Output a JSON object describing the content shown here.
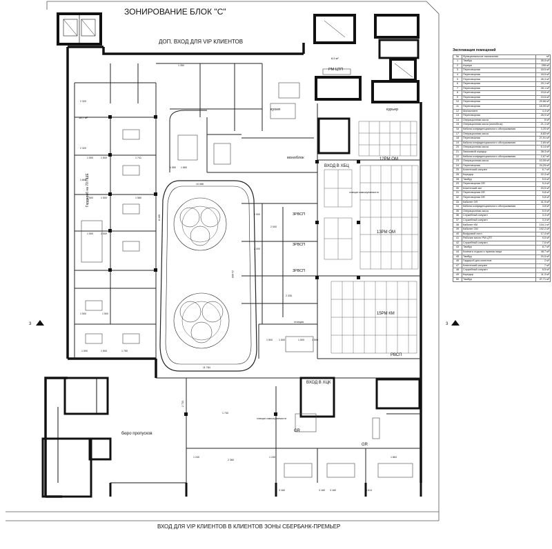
{
  "title": "ЗОНИРОВАНИЕ БЛОК \"С\"",
  "caption_bottom": "ВХОД ДЛЯ VIP КЛИЕНТОВ В КЛИЕНТОВ ЗОНЫ СБЕРБАНК-ПРЕМЬЕР",
  "caption_top": "ДОП. ВХОД ДЛЯ VIP КЛИЕНТОВ",
  "section_marks": [
    "3",
    "3"
  ],
  "room_labels": {
    "rm_ctp": "РМ ЦТП",
    "kitchen": "кухня",
    "courier": "курьер",
    "monoblock": "моноблок",
    "entry_hbts": "ВХОД В ХБЦ",
    "rm12": "12РМ ОМ",
    "rm13": "13РМ ОМ",
    "rm15": "15РМ КМ",
    "rvsp": "РВСП",
    "entry_hck": "ВХОД В ХЦК",
    "gr1": "GR",
    "gr2": "GR",
    "bureau": "бюро пропусков",
    "wardrobe": "Гардероб на 70 ПШЕ",
    "rvsp3a": "3РВСП",
    "rvsp3b": "3РВСП",
    "rvsp3c": "3РВСП",
    "station1": "станция самоокупаемости",
    "station2": "станция",
    "station3": "станция самоокупаемости",
    "area43": "8,5 м²",
    "area_top": "18,7 м²"
  },
  "legend": {
    "title": "Экспликация помещений",
    "headers": [
      "№",
      "Функциональное назначение",
      "м²"
    ],
    "rows": [
      [
        "1",
        "Тамбур",
        "35,5 м²"
      ],
      [
        "2",
        "Атриум",
        "255 м²"
      ],
      [
        "3",
        "Переговорная",
        "18,5 м²"
      ],
      [
        "4",
        "Переговорная",
        "18,5 м²"
      ],
      [
        "5",
        "Переговорная",
        "35,3 м²"
      ],
      [
        "6",
        "Переговорная",
        "20,1 м²"
      ],
      [
        "7",
        "Переговорная",
        "28,1 м²"
      ],
      [
        "8",
        "Переговорная",
        "19,6 м²"
      ],
      [
        "9",
        "Переговорная",
        "19,6 м²"
      ],
      [
        "10",
        "Переговорная",
        "29,66 м²"
      ],
      [
        "11",
        "Переговорная",
        "18,09 м²"
      ],
      [
        "12",
        "Моноклиент",
        "4,4 м²"
      ],
      [
        "13",
        "Переговорная",
        "26,9 м²"
      ],
      [
        "14",
        "Операционная касса",
        "8 м²"
      ],
      [
        "15",
        "Операционная касса (моноблок)",
        "21,1 м²"
      ],
      [
        "16",
        "Кабина конфиденциального обслуживания",
        "3,25 м²"
      ],
      [
        "17",
        "Операционная касса",
        "8,83 м²"
      ],
      [
        "18",
        "Переговорная",
        "27,91 м²"
      ],
      [
        "19",
        "Кабина конфиденциального обслуживания",
        "2,69 м²"
      ],
      [
        "20",
        "Операционная касса",
        "6,14 м²"
      ],
      [
        "21",
        "Заказовый коридор",
        "38,3 м²"
      ],
      [
        "22",
        "Кабина конфиденциального обслуживания",
        "2,67 м²"
      ],
      [
        "23",
        "Операционная касса",
        "10,09 м²"
      ],
      [
        "24",
        "Переговорная",
        "24,25 м²"
      ],
      [
        "25",
        "Клиентский санузел",
        "6,7 м²"
      ],
      [
        "26",
        "Коридор",
        "22,3 м²"
      ],
      [
        "28",
        "Тамбур",
        "5,5 м²"
      ],
      [
        "29",
        "Переговорная GR",
        "9,4 м²"
      ],
      [
        "30",
        "Клиентский зал",
        "20,5 м²"
      ],
      [
        "31",
        "Переговорная GR",
        "9,8 м²"
      ],
      [
        "32",
        "Переговорная GR",
        "9,8 м²"
      ],
      [
        "33",
        "Кабинет GR",
        "41,9 м²"
      ],
      [
        "34",
        "Кабина конфиденциального обслуживания",
        "3,8 м²"
      ],
      [
        "35",
        "Операционная касса",
        "5,9 м²"
      ],
      [
        "36",
        "Служебный санузел",
        "3,3 м²"
      ],
      [
        "37",
        "Служебный санузел",
        "3,3 м²"
      ],
      [
        "38",
        "Кабинет КМ",
        "134,1 м²"
      ],
      [
        "39",
        "Кабинет ОМ",
        "192,2 м²"
      ],
      [
        "40",
        "Вифровой холл",
        "17,4 м²"
      ],
      [
        "41",
        "Рабочее место РМ ЦТП",
        "9,5 м²"
      ],
      [
        "42",
        "Служебный санузел",
        "7,6 м²"
      ],
      [
        "43",
        "Тамбур",
        "8,7 м²"
      ],
      [
        "44",
        "Комната отдыха и приема пищи",
        "48,7 м²"
      ],
      [
        "45",
        "Тамбур",
        "20,5 м²"
      ],
      [
        "46",
        "Гардероб для клиентов",
        "2 м²"
      ],
      [
        "47",
        "Клиентский санузел",
        "7 м²"
      ],
      [
        "48",
        "Служебный санузел",
        "5,5 м²"
      ],
      [
        "49",
        "Коридор",
        "11,3 м²"
      ],
      [
        "50",
        "Тамбур",
        "37,71 м²"
      ]
    ]
  },
  "dimension_labels": [
    "1 350",
    "2 320",
    "2 320",
    "1 500",
    "1 500",
    "1 741",
    "1 660",
    "1 500",
    "1 500",
    "1 580",
    "1 500",
    "1 500",
    "1 500",
    "1 500",
    "1 500",
    "1 500",
    "1 750",
    "11 784",
    "10 086",
    "8 405",
    "21 605",
    "2 000",
    "2 000",
    "2 000",
    "2 335",
    "1 500",
    "1 500",
    "1 500",
    "1 500",
    "2 733",
    "1 740",
    "2 360",
    "1 240",
    "1 240",
    "3 160",
    "3 160",
    "8 613",
    "3 160",
    "1 863",
    "1 550",
    "1 660"
  ]
}
